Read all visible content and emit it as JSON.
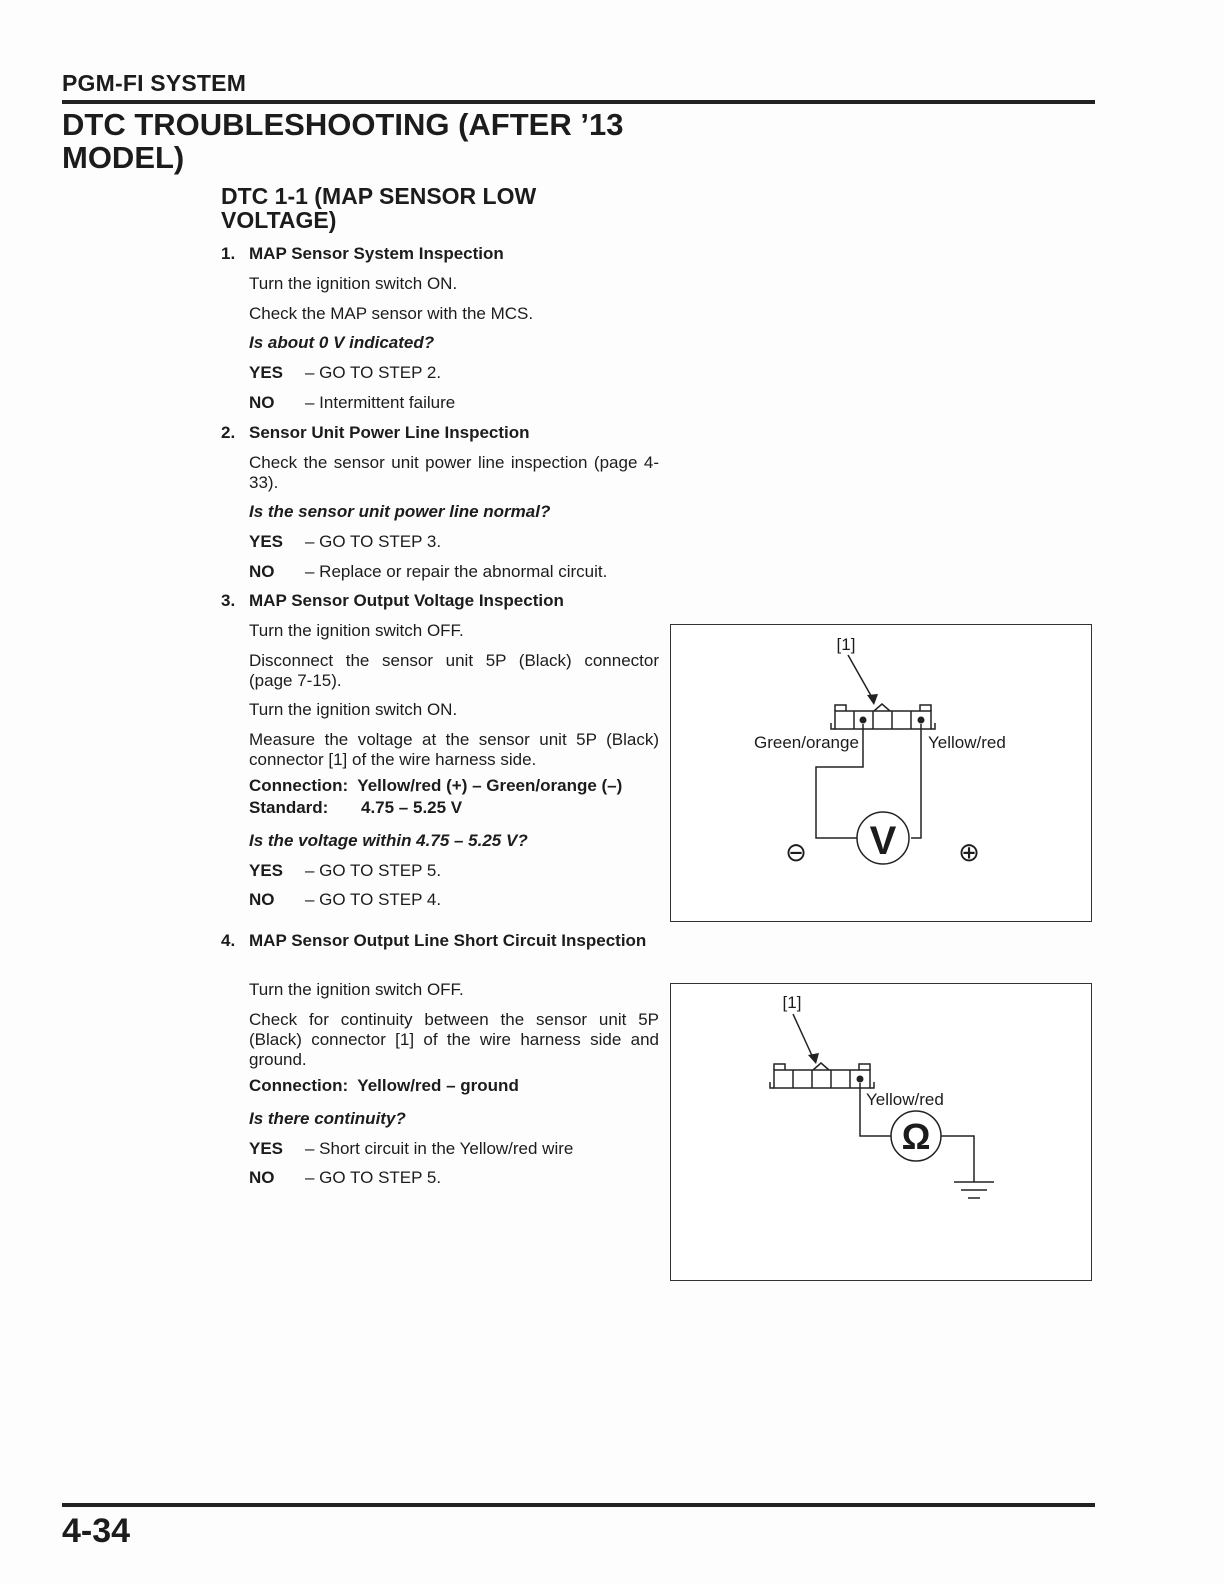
{
  "header": {
    "section": "PGM-FI SYSTEM"
  },
  "title": "DTC TROUBLESHOOTING (AFTER ’13 MODEL)",
  "dtc": {
    "title": "DTC 1-1 (MAP SENSOR LOW VOLTAGE)"
  },
  "steps": [
    {
      "num": "1.",
      "title": "MAP Sensor System Inspection",
      "lines": [
        "Turn the ignition switch ON.",
        "Check the MAP sensor with the MCS."
      ],
      "question": "Is about 0 V indicated?",
      "yes": {
        "key": "YES",
        "text": "– GO TO STEP 2."
      },
      "no": {
        "key": "NO",
        "text": "– Intermittent failure"
      }
    },
    {
      "num": "2.",
      "title": "Sensor Unit Power Line Inspection",
      "lines": [
        "Check the sensor unit power line inspection (page 4-33)."
      ],
      "question": "Is the sensor unit power line normal?",
      "yes": {
        "key": "YES",
        "text": "– GO TO STEP 3."
      },
      "no": {
        "key": "NO",
        "text": "– Replace or repair the abnormal circuit."
      }
    },
    {
      "num": "3.",
      "title": "MAP Sensor Output Voltage Inspection",
      "lines": [
        "Turn the ignition switch OFF.",
        "Disconnect the sensor unit 5P (Black) connector (page 7-15).",
        "Turn the ignition switch ON.",
        "Measure the voltage at the sensor unit 5P (Black) connector [1] of the wire harness side."
      ],
      "connection_label": "Connection:",
      "connection": "Yellow/red (+) – Green/orange (–)",
      "standard_label": "Standard:",
      "standard": "4.75 – 5.25 V",
      "question": "Is the voltage within 4.75 – 5.25 V?",
      "yes": {
        "key": "YES",
        "text": "– GO TO STEP 5."
      },
      "no": {
        "key": "NO",
        "text": "– GO TO STEP 4."
      }
    },
    {
      "num": "4.",
      "title": "MAP Sensor Output Line Short Circuit Inspection",
      "lines": [
        "Turn the ignition switch OFF.",
        "Check for continuity between the sensor unit 5P (Black) connector [1] of the wire harness side and ground."
      ],
      "connection_label": "Connection:",
      "connection": "Yellow/red – ground",
      "question": "Is there continuity?",
      "yes": {
        "key": "YES",
        "text": "– Short circuit in the Yellow/red wire"
      },
      "no": {
        "key": "NO",
        "text": "– GO TO STEP 5."
      }
    }
  ],
  "figure1": {
    "callout": "[1]",
    "wire_left": "Green/orange",
    "wire_right": "Yellow/red",
    "meter": "V",
    "minus": "⊖",
    "plus": "⊕"
  },
  "figure2": {
    "callout": "[1]",
    "wire": "Yellow/red",
    "meter": "Ω"
  },
  "footer": {
    "page_number": "4-34"
  }
}
